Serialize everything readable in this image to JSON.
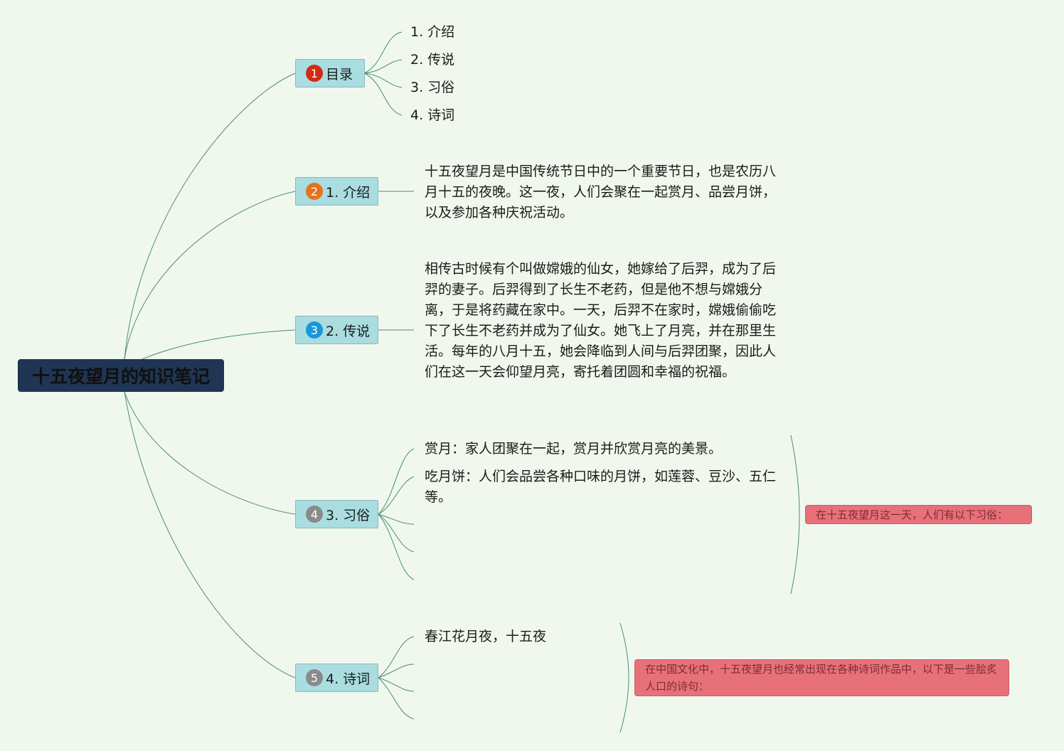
{
  "root": {
    "title": "十五夜望月的知识笔记"
  },
  "topics": {
    "toc": {
      "badge": "1",
      "badge_color": "#d42a12",
      "label": "目录"
    },
    "intro": {
      "badge": "2",
      "badge_color": "#e8711f",
      "label": "1. 介绍"
    },
    "legend": {
      "badge": "3",
      "badge_color": "#1b96dc",
      "label": "2. 传说"
    },
    "customs": {
      "badge": "4",
      "badge_color": "#8a8a8a",
      "label": "3. 习俗"
    },
    "poems": {
      "badge": "5",
      "badge_color": "#8a8a8a",
      "label": "4. 诗词"
    }
  },
  "toc_items": [
    "1. 介绍",
    "2. 传说",
    "3. 习俗",
    "4. 诗词"
  ],
  "intro_text": "十五夜望月是中国传统节日中的一个重要节日，也是农历八月十五的夜晚。这一夜，人们会聚在一起赏月、品尝月饼，以及参加各种庆祝活动。",
  "legend_text": "相传古时候有个叫做嫦娥的仙女，她嫁给了后羿，成为了后羿的妻子。后羿得到了长生不老药，但是他不想与嫦娥分离，于是将药藏在家中。一天，后羿不在家时，嫦娥偷偷吃下了长生不老药并成为了仙女。她飞上了月亮，并在那里生活。每年的八月十五，她会降临到人间与后羿团聚，因此人们在这一天会仰望月亮，寄托着团圆和幸福的祝福。",
  "customs_items": [
    "赏月：家人团聚在一起，赏月并欣赏月亮的美景。",
    "吃月饼：人们会品尝各种口味的月饼，如莲蓉、豆沙、五仁等。"
  ],
  "customs_note": "在十五夜望月这一天，人们有以下习俗：",
  "poems_items": [
    "春江花月夜，十五夜"
  ],
  "poems_note": "在中国文化中，十五夜望月也经常出现在各种诗词作品中，以下是一些脍炙人口的诗句：",
  "colors": {
    "background": "#f0f8ed",
    "root": "#1f3553",
    "topic": "#a9dde0",
    "note": "#e87179",
    "line": "#4a8c7a"
  }
}
